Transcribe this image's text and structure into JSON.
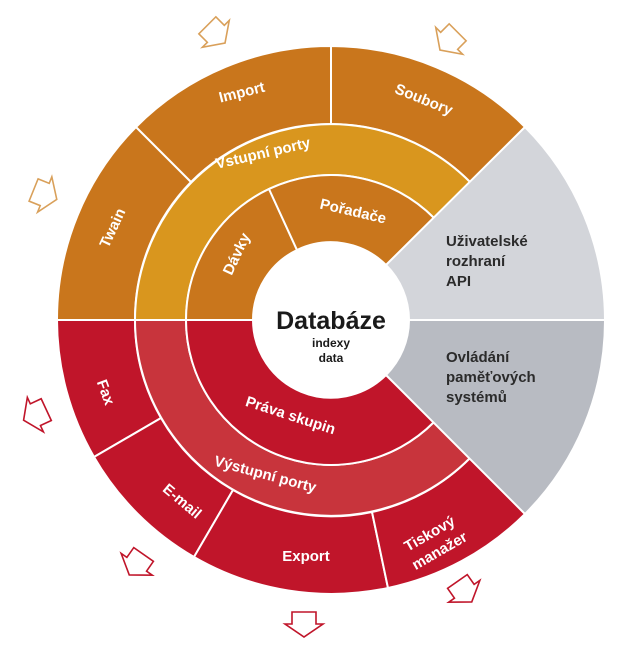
{
  "center": {
    "title": "Databáze",
    "line1": "indexy",
    "line2": "data"
  },
  "inner_ring": {
    "poradace": "Pořadače",
    "davky": "Dávky",
    "prava": "Práva skupin"
  },
  "middle_ring": {
    "vstupni": "Vstupní porty",
    "vystupni": "Výstupní porty"
  },
  "outer_ring": {
    "import": "Import",
    "soubory": "Soubory",
    "twain": "Twain",
    "fax": "Fax",
    "email": "E-mail",
    "export": "Export",
    "tiskovy_line1": "Tiskový",
    "tiskovy_line2": "manažer"
  },
  "grey_sectors": {
    "api": {
      "line1": "Uživatelské",
      "line2": "rozhraní",
      "line3": "API"
    },
    "storage": {
      "line1": "Ovládání",
      "line2": "paměťových",
      "line3": "systémů"
    }
  },
  "colors": {
    "orange_dark": "#C9761C",
    "orange_mid": "#D9961E",
    "red_dark": "#C0152A",
    "red_mid": "#C8343C",
    "grey_light": "#D3D5DA",
    "grey_dark": "#B8BBC2",
    "arrow_in": "#D9A05A",
    "arrow_out": "#C0152A"
  }
}
